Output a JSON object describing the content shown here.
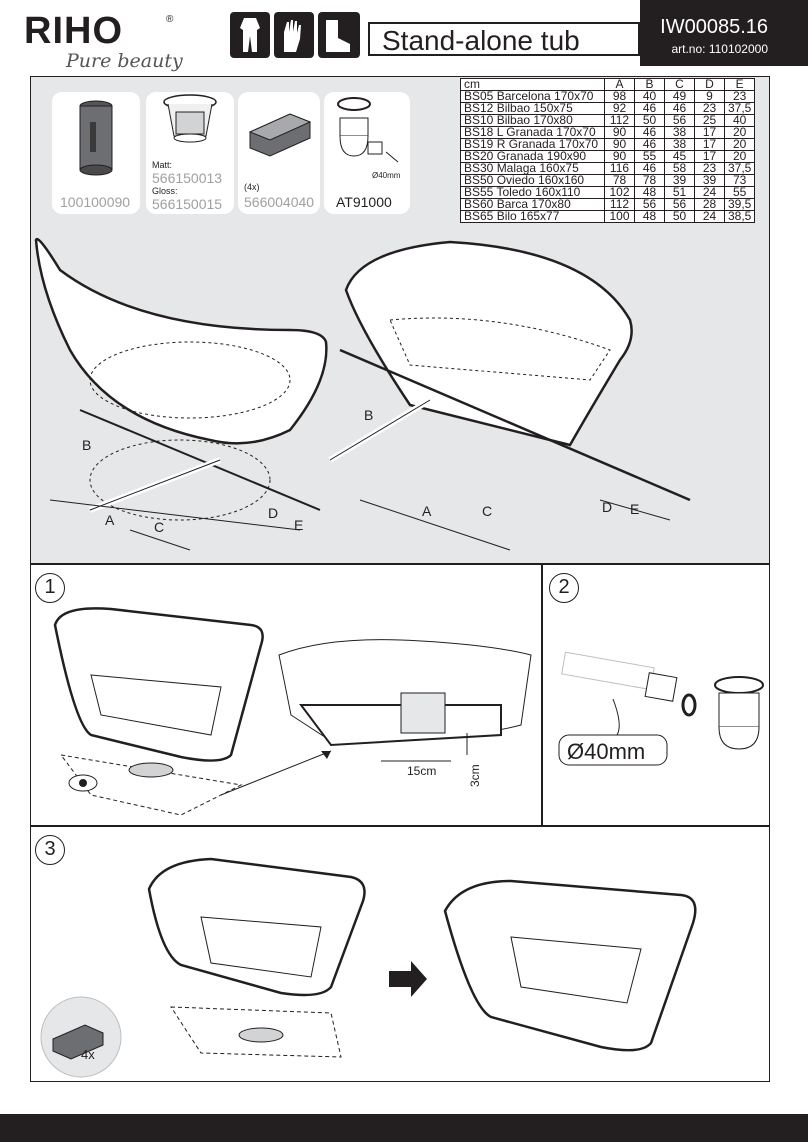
{
  "header": {
    "brand": "RIHO",
    "brand_mark": "®",
    "tagline": "Pure beauty",
    "title": "Stand-alone tub",
    "doc_id": "IW00085.16",
    "art_no_label": "art.no:",
    "art_no": "110102000",
    "safety_icons": [
      "overall-icon",
      "gloves-icon",
      "safety-boot-icon"
    ]
  },
  "parts": [
    {
      "code": "100100090",
      "icon": "extension-tube-icon"
    },
    {
      "matt_label": "Matt:",
      "matt_code": "566150013",
      "gloss_label": "Gloss:",
      "gloss_code": "566150015",
      "icon": "click-clack-plug-icon"
    },
    {
      "qty": "(4x)",
      "code": "566004040",
      "icon": "wedge-shim-icon"
    },
    {
      "code": "AT91000",
      "icon": "drain-trap-icon",
      "dimension": "Ø40mm"
    }
  ],
  "dims_table": {
    "headers": [
      "cm",
      "A",
      "B",
      "C",
      "D",
      "E"
    ],
    "rows": [
      [
        "BS05 Barcelona 170x70",
        "98",
        "40",
        "49",
        "9",
        "23"
      ],
      [
        "BS12 Bilbao 150x75",
        "92",
        "46",
        "46",
        "23",
        "37,5"
      ],
      [
        "BS10 Bilbao 170x80",
        "112",
        "50",
        "56",
        "25",
        "40"
      ],
      [
        "BS18 L Granada 170x70",
        "90",
        "46",
        "38",
        "17",
        "20"
      ],
      [
        "BS19 R Granada 170x70",
        "90",
        "46",
        "38",
        "17",
        "20"
      ],
      [
        "BS20 Granada 190x90",
        "90",
        "55",
        "45",
        "17",
        "20"
      ],
      [
        "BS30 Malaga 160x75",
        "116",
        "46",
        "58",
        "23",
        "37,5"
      ],
      [
        "BS50 Oviedo 160x160",
        "78",
        "78",
        "39",
        "39",
        "73"
      ],
      [
        "BS55 Toledo 160x110",
        "102",
        "48",
        "51",
        "24",
        "55"
      ],
      [
        "BS60 Barca 170x80",
        "112",
        "56",
        "56",
        "28",
        "39,5"
      ],
      [
        "BS65 Bilo 165x77",
        "100",
        "48",
        "50",
        "24",
        "38,5"
      ]
    ]
  },
  "diagram_labels": {
    "a": "A",
    "b": "B",
    "c": "C",
    "d": "D",
    "e": "E"
  },
  "steps": {
    "step1": {
      "number": "1",
      "clearance_h": "15cm",
      "clearance_v": "3cm"
    },
    "step2": {
      "number": "2",
      "pipe_size": "Ø40mm"
    },
    "step3": {
      "number": "3",
      "shim_qty": "4x"
    }
  }
}
